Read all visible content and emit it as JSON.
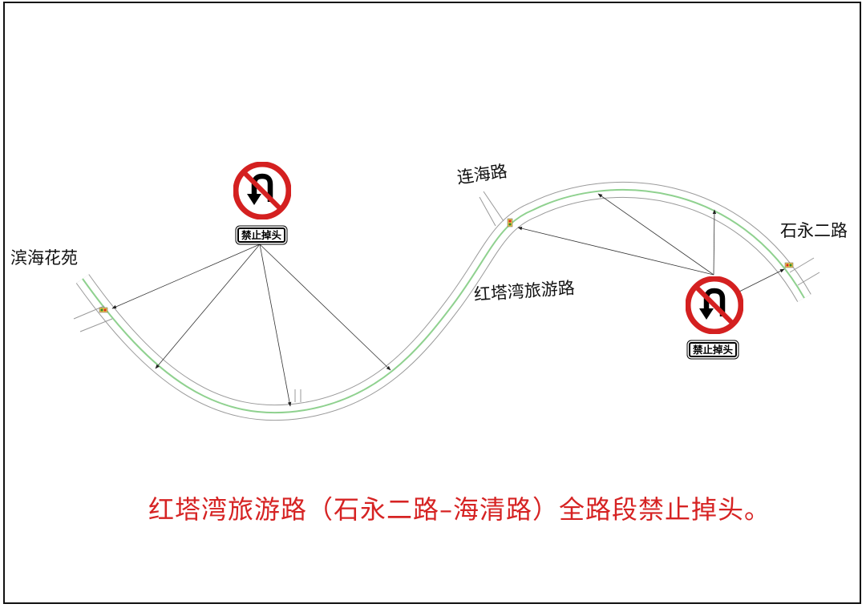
{
  "labels": {
    "binhai": "滨海花苑",
    "lianhai": "连海路",
    "hongta": "红塔湾旅游路",
    "shiyong": "石永二路"
  },
  "signs": [
    {
      "caption": "禁止掉头",
      "icon": "no-u-turn-icon"
    },
    {
      "caption": "禁止掉头",
      "icon": "no-u-turn-icon"
    }
  ],
  "notice": "红塔湾旅游路（石永二路–海清路）全路段禁止掉头。",
  "colors": {
    "sign_red": "#d42020",
    "notice_red": "#d62323",
    "median_green": "#8fd18f"
  }
}
